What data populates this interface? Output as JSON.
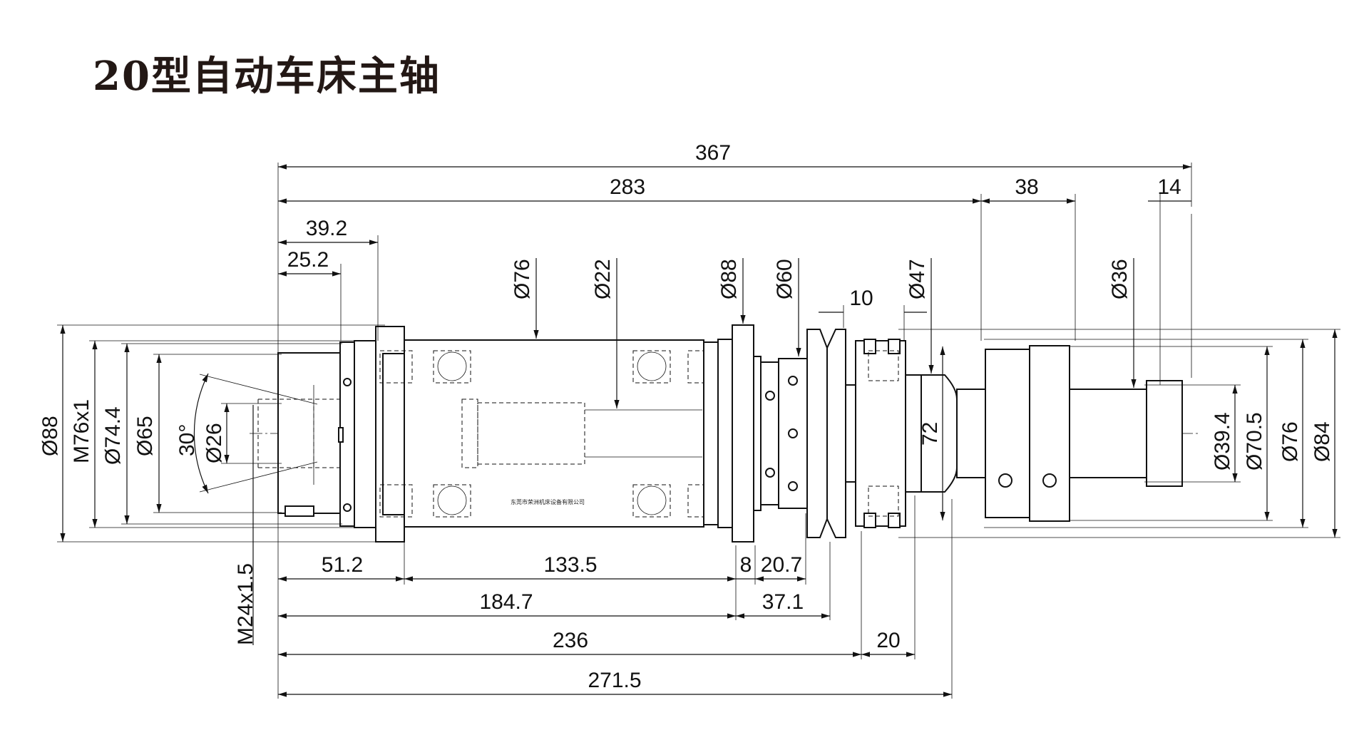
{
  "title": "20型自动车床主轴",
  "company_stamp": "东莞市荣洲机床设备有限公司",
  "colors": {
    "line": "#111111",
    "title": "#231815",
    "background": "#ffffff"
  },
  "dims_top": {
    "d367": "367",
    "d283": "283",
    "d38": "38",
    "d14": "14",
    "d39_2": "39.2",
    "d25_2": "25.2",
    "d10": "10"
  },
  "dims_top_vertical": {
    "phi76": "Ø76",
    "phi22": "Ø22",
    "phi88": "Ø88",
    "phi60": "Ø60",
    "phi47": "Ø47",
    "phi36": "Ø36"
  },
  "dims_bottom": {
    "d51_2": "51.2",
    "d133_5": "133.5",
    "d8": "8",
    "d20_7": "20.7",
    "d184_7": "184.7",
    "d37_1": "37.1",
    "d236": "236",
    "d20": "20",
    "d271_5": "271.5"
  },
  "dims_left": {
    "phi88": "Ø88",
    "m76": "M76x1",
    "phi74_4": "Ø74.4",
    "phi65": "Ø65",
    "angle30": "30°",
    "phi26": "Ø26",
    "m24": "M24x1.5"
  },
  "dims_inner": {
    "d72": "72"
  },
  "dims_right": {
    "phi39_4": "Ø39.4",
    "phi70_5": "Ø70.5",
    "phi76": "Ø76",
    "phi84": "Ø84"
  }
}
